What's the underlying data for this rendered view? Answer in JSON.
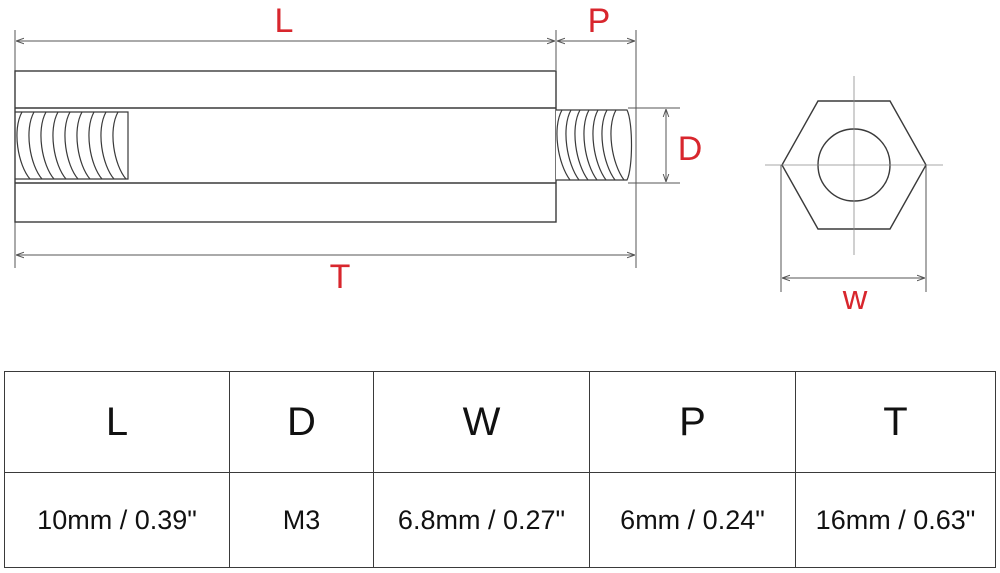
{
  "diagram": {
    "labels": {
      "L": "L",
      "P": "P",
      "D": "D",
      "T": "T",
      "W": "w"
    },
    "colors": {
      "label": "#d8262d",
      "line": "#3a3a3a",
      "dim_line": "#555555"
    }
  },
  "table": {
    "headers": [
      "L",
      "D",
      "W",
      "P",
      "T"
    ],
    "values": [
      "10mm / 0.39\"",
      "M3",
      "6.8mm / 0.27\"",
      "6mm / 0.24\"",
      "16mm / 0.63\""
    ]
  }
}
